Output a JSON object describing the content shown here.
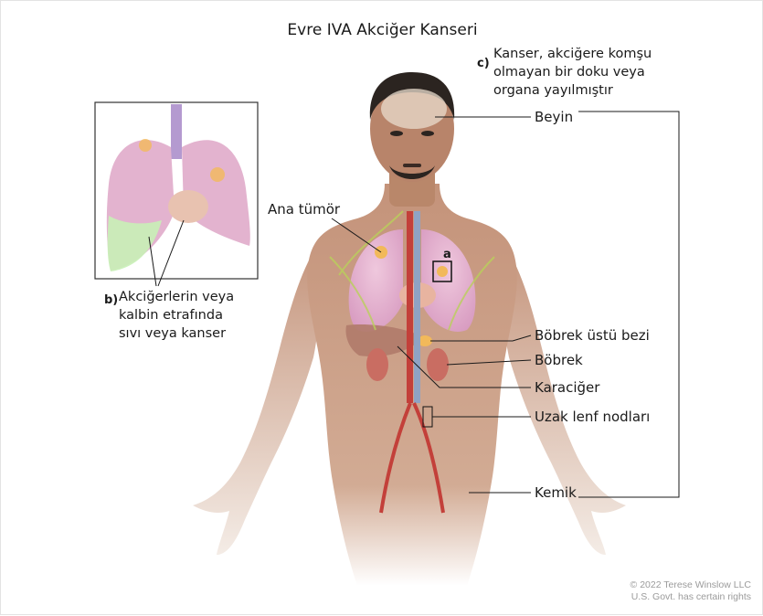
{
  "title": "Evre IVA Akciğer Kanseri",
  "labels": {
    "main_tumor": "Ana tümör",
    "marker_a": "a",
    "callout_c_letter": "c)",
    "callout_c_lines": [
      "Kanser, akciğere komşu",
      "olmayan bir doku veya",
      "organa yayılmıştır"
    ],
    "brain": "Beyin",
    "adrenal": "Böbrek üstü bezi",
    "kidney": "Böbrek",
    "liver": "Karaciğer",
    "distant_nodes": "Uzak lenf nodları",
    "bone": "Kemik",
    "callout_b_letter": "b)",
    "callout_b_lines": [
      "Akciğerlerin veya",
      "kalbin etrafında",
      "sıvı veya kanser"
    ]
  },
  "copyright": [
    "© 2022 Terese Winslow LLC",
    "U.S. Govt. has certain rights"
  ],
  "colors": {
    "skin": "#c99a7a",
    "lung": "#e3b3cf",
    "fluid": "#c8efb6",
    "tumor": "#f2b95a",
    "liver": "#b07a6a",
    "kidney": "#c96d62",
    "vessel_red": "#c3403a",
    "vessel_blue": "#8fa3c4",
    "lymph": "#b9cf5a"
  }
}
